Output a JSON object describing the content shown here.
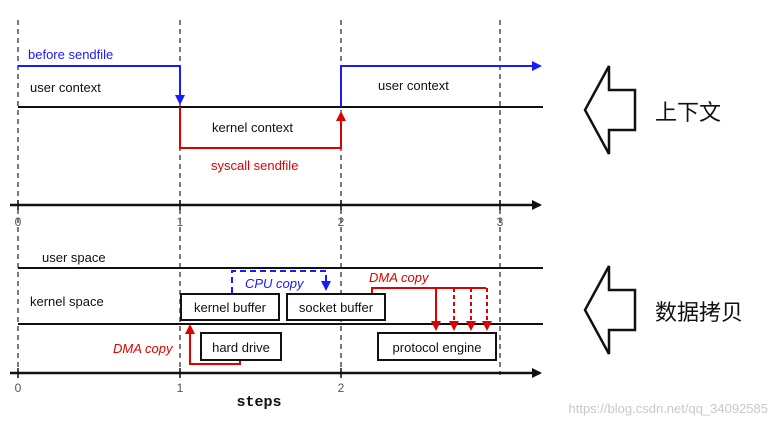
{
  "top": {
    "before_sendfile": "before sendfile",
    "user_context_left": "user context",
    "user_context_right": "user context",
    "kernel_context": "kernel context",
    "syscall_sendfile": "syscall sendfile"
  },
  "bottom": {
    "user_space": "user space",
    "kernel_space": "kernel space",
    "kernel_buffer": "kernel buffer",
    "socket_buffer": "socket buffer",
    "hard_drive": "hard drive",
    "protocol_engine": "protocol engine",
    "cpu_copy": "CPU copy",
    "dma_copy_left": "DMA copy",
    "dma_copy_right": "DMA copy"
  },
  "axis": {
    "ticks_top": [
      "0",
      "1",
      "2",
      "3"
    ],
    "ticks_bottom": [
      "0",
      "1",
      "2"
    ],
    "steps_label": "steps"
  },
  "side": {
    "context_label": "上下文",
    "copy_label": "数据拷贝"
  },
  "watermark": "https://blog.csdn.net/qq_34092585",
  "colors": {
    "blue": "#1a1aff",
    "red": "#e00000",
    "black": "#111111"
  }
}
